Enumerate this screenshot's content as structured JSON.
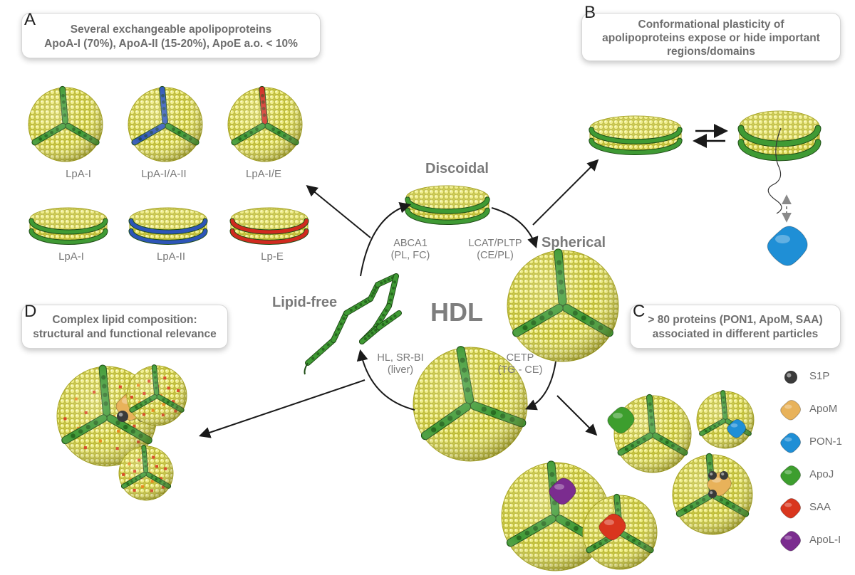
{
  "panels": {
    "a": {
      "letter": "A",
      "line1": "Several exchangeable apolipoproteins",
      "line2": "ApoA-I (70%), ApoA-II (15-20%), ApoE a.o. < 10%"
    },
    "b": {
      "letter": "B",
      "line1": "Conformational plasticity of",
      "line2": "apolipoproteins expose or hide important",
      "line3": "regions/domains"
    },
    "c": {
      "letter": "C",
      "line1": "> 80 proteins (PON1, ApoM, SAA)",
      "line2": "associated in different particles"
    },
    "d": {
      "letter": "D",
      "line1": "Complex lipid composition:",
      "line2": "structural and functional relevance"
    }
  },
  "panelA_labels": [
    "LpA-I",
    "LpA-I/A-II",
    "LpA-I/E",
    "LpA-I",
    "LpA-II",
    "Lp-E"
  ],
  "stages": {
    "discoidal": "Discoidal",
    "spherical": "Spherical",
    "lipid_free": "Lipid-free",
    "center": "HDL"
  },
  "processes": {
    "abca1": [
      "ABCA1",
      "(PL, FC)"
    ],
    "lcat": [
      "LCAT/PLTP",
      "(CE/PL)"
    ],
    "hl": [
      "HL, SR-BI",
      "(liver)"
    ],
    "cetp": [
      "CETP",
      "(TG - CE)"
    ]
  },
  "legend": [
    {
      "label": "S1P",
      "icon": "s1p-icon",
      "color": "#3a3a3a"
    },
    {
      "label": "ApoM",
      "icon": "apom-icon",
      "color": "#e8b25a"
    },
    {
      "label": "PON-1",
      "icon": "pon1-icon",
      "color": "#1f8fd6"
    },
    {
      "label": "ApoJ",
      "icon": "apoj-icon",
      "color": "#3d9e2e"
    },
    {
      "label": "SAA",
      "icon": "saa-icon",
      "color": "#d9361e"
    },
    {
      "label": "ApoL-I",
      "icon": "apol-icon",
      "color": "#7b2c8f"
    }
  ],
  "colors": {
    "lipid": "#eeec7c",
    "apoA_I": "#3f9a34",
    "apoA_II": "#2d55b8",
    "apoE": "#d12a1f",
    "arrow": "#1a1a1a"
  }
}
